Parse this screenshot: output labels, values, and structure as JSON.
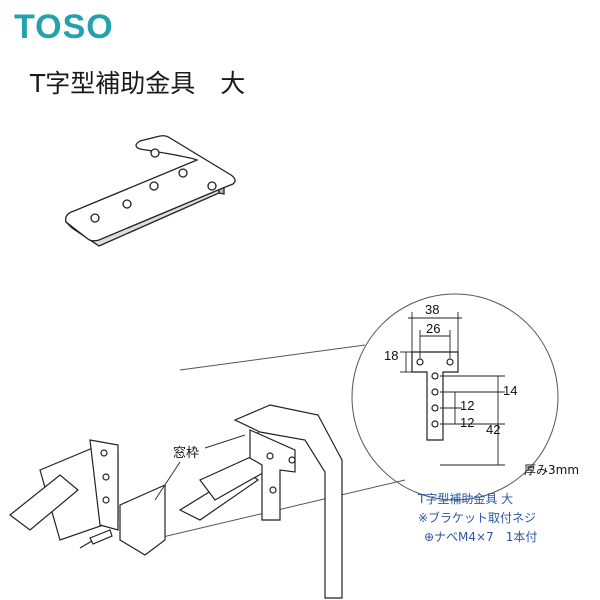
{
  "brand": {
    "logo_text": "TOSO"
  },
  "product": {
    "title": "T字型補助金具　大"
  },
  "illustration": {
    "frame_label": "窓枠",
    "dimensions": {
      "overall_width": "38",
      "inner_width": "26",
      "top_height": "18",
      "hole_spacing_1": "14",
      "hole_spacing_2": "12",
      "hole_spacing_3": "12",
      "stem_length": "42"
    },
    "thickness": "厚み3mm"
  },
  "notes": {
    "line1": "T字型補助金具 大",
    "line2": "※ブラケット取付ネジ",
    "line3": "⊕ナベM4×7　1本付"
  },
  "colors": {
    "brand": "#23a2ad",
    "note": "#2e57a3"
  }
}
